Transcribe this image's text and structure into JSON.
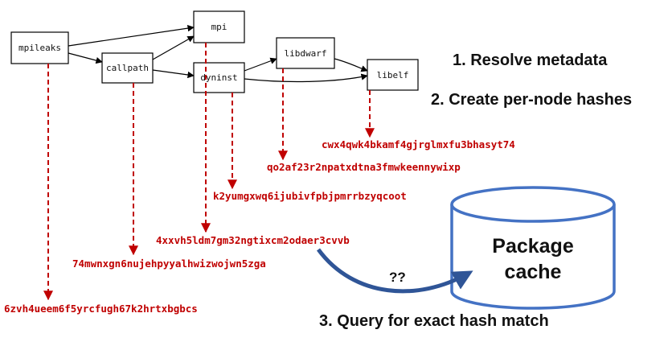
{
  "nodes": {
    "mpileaks": "mpileaks",
    "mpi": "mpi",
    "callpath": "callpath",
    "dyninst": "dyninst",
    "libdwarf": "libdwarf",
    "libelf": "libelf"
  },
  "hashes": {
    "libelf": "cwx4qwk4bkamf4gjrglmxfu3bhasyt74",
    "libdwarf": "qo2af23r2npatxdtna3fmwkeennywixp",
    "dyninst": "k2yumgxwq6ijubivfpbjpmrrbzyqcoot",
    "mpi": "4xxvh5ldm7gm32ngtixcm2odaer3cvvb",
    "callpath": "74mwnxgn6nujehpyyalhwizwojwn5zga",
    "mpileaks": "6zvh4ueem6f5yrcfugh67k2hrtxbgbcs"
  },
  "steps": {
    "step1": "1. Resolve metadata",
    "step2": "2. Create per-node hashes",
    "step3": "3. Query for exact hash match"
  },
  "cache": {
    "line1": "Package",
    "line2": "cache"
  },
  "query_mark": "??",
  "colors": {
    "hash_red": "#c00000",
    "cache_blue": "#4472c4",
    "arrow_blue": "#2f5597"
  }
}
